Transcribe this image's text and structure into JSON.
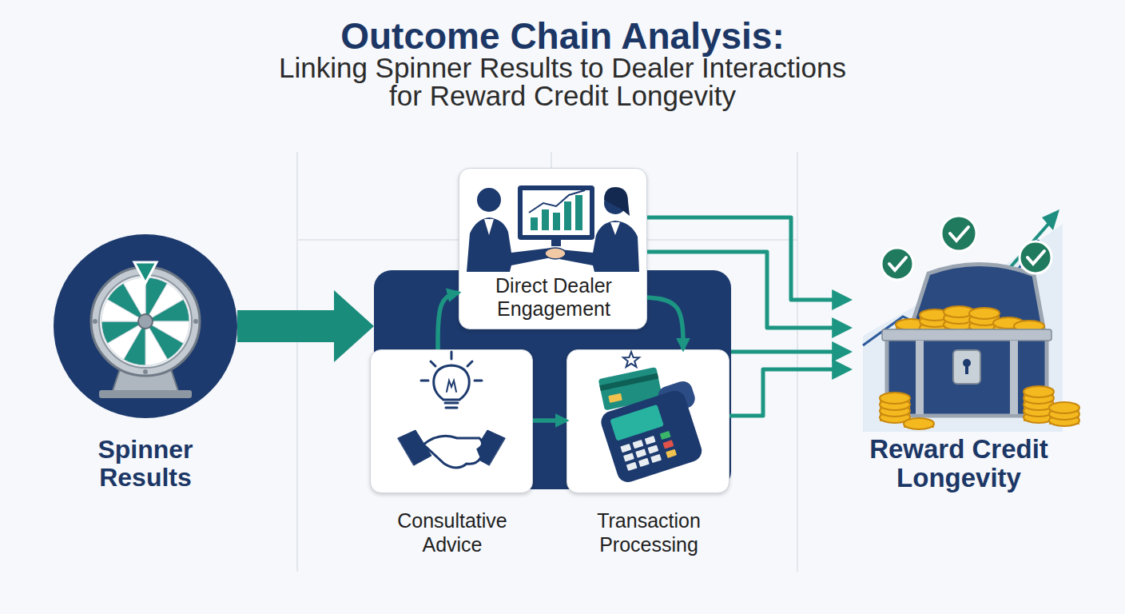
{
  "diagram": {
    "title": "Outcome Chain Analysis:",
    "nodes": [
      {
        "text": [
          "Spinner Results"
        ]
      },
      {
        "text": []
      },
      {
        "text": [
          "Direct Dealer Engagement"
        ],
        "in": 1
      },
      {
        "text": [
          "Consultative Advice"
        ],
        "in": 1
      },
      {
        "text": [
          "Transaction Processing"
        ],
        "in": 1
      },
      {
        "text": [
          "Reward Credit Longevity"
        ]
      }
    ],
    "edges": [
      {
        "from": 0,
        "to": 1,
        "arrow": "to"
      },
      {
        "from": 3,
        "to": 2,
        "arrow": "to"
      },
      {
        "from": 2,
        "to": 4,
        "arrow": "to"
      },
      {
        "from": 3,
        "to": 4,
        "arrow": "to"
      },
      {
        "from": 2,
        "to": 5,
        "arrow": "to"
      },
      {
        "from": 2,
        "to": 5,
        "arrow": "to"
      },
      {
        "from": 1,
        "to": 5,
        "arrow": "to"
      },
      {
        "from": 4,
        "to": 5,
        "arrow": "to"
      }
    ],
    "labels": [
      "Linking Spinner Results to Dealer Interactions for Reward Credit Longevity"
    ]
  }
}
